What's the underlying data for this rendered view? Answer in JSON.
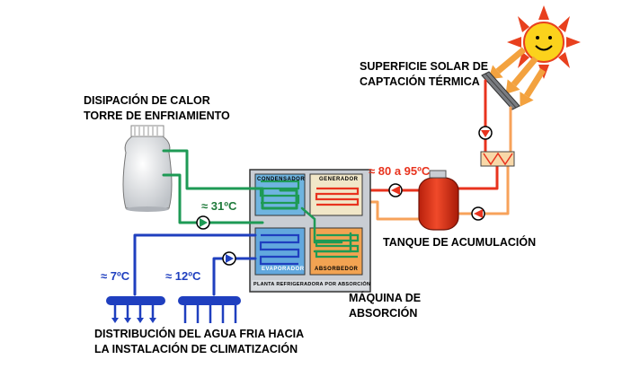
{
  "labels": {
    "solar": [
      "SUPERFICIE SOLAR DE",
      "CAPTACIÓN TÉRMICA"
    ],
    "tower": [
      "DISIPACIÓN DE CALOR",
      "TORRE DE ENFRIAMIENTO"
    ],
    "tank": "TANQUE DE ACUMULACIÓN",
    "machine": [
      "MÁQUINA DE",
      "ABSORCIÓN"
    ],
    "distribution": [
      "DISTRIBUCIÓN DEL AGUA FRIA HACIA",
      "LA INSTALACIÓN DE CLIMATIZACIÓN"
    ]
  },
  "temperatures": {
    "hot": "≈ 80 a 95ºC",
    "cooling": "≈ 31ºC",
    "cold_supply": "≈ 7ºC",
    "cold_return": "≈ 12ºC"
  },
  "plant": {
    "condenser": "CONDENSADOR",
    "generator": "GENERADOR",
    "evaporator": "EVAPORADOR",
    "absorber": "ABSORBEDOR",
    "footer": "PLANTA REFRIGERADORA POR ABSORCIÓN"
  },
  "colors": {
    "hot_pipe": "#e8331e",
    "warm_pipe": "#f7a25a",
    "cooling_pipe": "#1e9a55",
    "cold_pipe": "#1f3fbf",
    "condenser_fill": "#6fb4e0",
    "generator_fill": "#f1e7c8",
    "evaporator_fill": "#62a8de",
    "absorber_fill": "#f2a352",
    "tank_fill": "#e53a20",
    "machine_fill": "#c9cdd3"
  },
  "icons": [
    "sun-icon",
    "solar-panel-icon",
    "cooling-tower-icon",
    "pump-icon",
    "heat-exchanger-icon",
    "storage-tank-icon",
    "manifold-icon"
  ]
}
